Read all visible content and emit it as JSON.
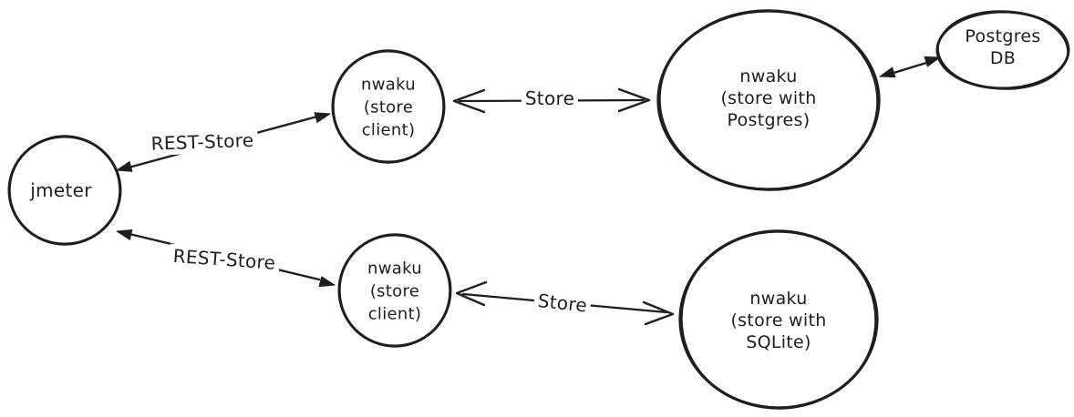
{
  "diagram": {
    "background": "#ffffff",
    "ink_color": "#1e1e1e",
    "nodes": [
      {
        "id": "jmeter",
        "shape": "circle",
        "lines": [
          "jmeter"
        ]
      },
      {
        "id": "nwaku-store-client-top",
        "shape": "circle",
        "lines": [
          "nwaku",
          "(store",
          "client)"
        ]
      },
      {
        "id": "nwaku-store-with-postgres",
        "shape": "ellipse",
        "lines": [
          "nwaku",
          "(store with",
          "Postgres)"
        ]
      },
      {
        "id": "postgres-db",
        "shape": "ellipse",
        "lines": [
          "Postgres",
          "DB"
        ]
      },
      {
        "id": "nwaku-store-client-bottom",
        "shape": "circle",
        "lines": [
          "nwaku",
          "(store",
          "client)"
        ]
      },
      {
        "id": "nwaku-store-with-sqlite",
        "shape": "circle",
        "lines": [
          "nwaku",
          "(store with",
          "SQLite)"
        ]
      }
    ],
    "edges": [
      {
        "id": "rest-store-top",
        "label": "REST-Store",
        "from": "jmeter",
        "to": "nwaku-store-client-top",
        "style": "double-arrow-solid-heads"
      },
      {
        "id": "store-top",
        "label": "Store",
        "from": "nwaku-store-client-top",
        "to": "nwaku-store-with-postgres",
        "style": "double-arrow-open-heads"
      },
      {
        "id": "postgres-link",
        "label": "",
        "from": "nwaku-store-with-postgres",
        "to": "postgres-db",
        "style": "double-arrow-solid-heads"
      },
      {
        "id": "rest-store-bottom",
        "label": "REST-Store",
        "from": "jmeter",
        "to": "nwaku-store-client-bottom",
        "style": "double-arrow-solid-heads"
      },
      {
        "id": "store-bottom",
        "label": "Store",
        "from": "nwaku-store-client-bottom",
        "to": "nwaku-store-with-sqlite",
        "style": "double-arrow-open-heads"
      }
    ]
  }
}
